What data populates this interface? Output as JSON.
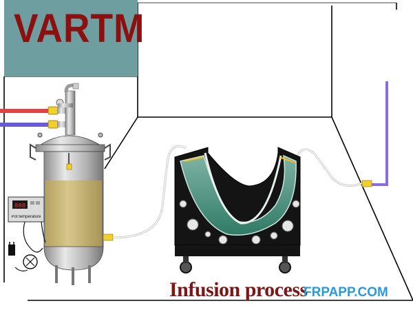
{
  "title": "VARTM",
  "caption": "Infusion process",
  "watermark": "FRPAPP.COM",
  "controller": {
    "label": "Pot temperature"
  },
  "colors": {
    "title_bg": "#6f9ea0",
    "title_text": "#8c1010",
    "caption_text": "#7a1818",
    "watermark_text": "#2a9bd8",
    "resin": "#c9b77a",
    "pipe_red": "#e04545",
    "pipe_purple": "#6a5ad6",
    "vacuum_line": "#8a6be0",
    "mold_green": "#1f6b58",
    "fitting_yellow": "#f2cf2a"
  },
  "icons": [
    "power-plug-icon",
    "valve-icon",
    "gauge-icon",
    "caster-wheel-icon"
  ]
}
